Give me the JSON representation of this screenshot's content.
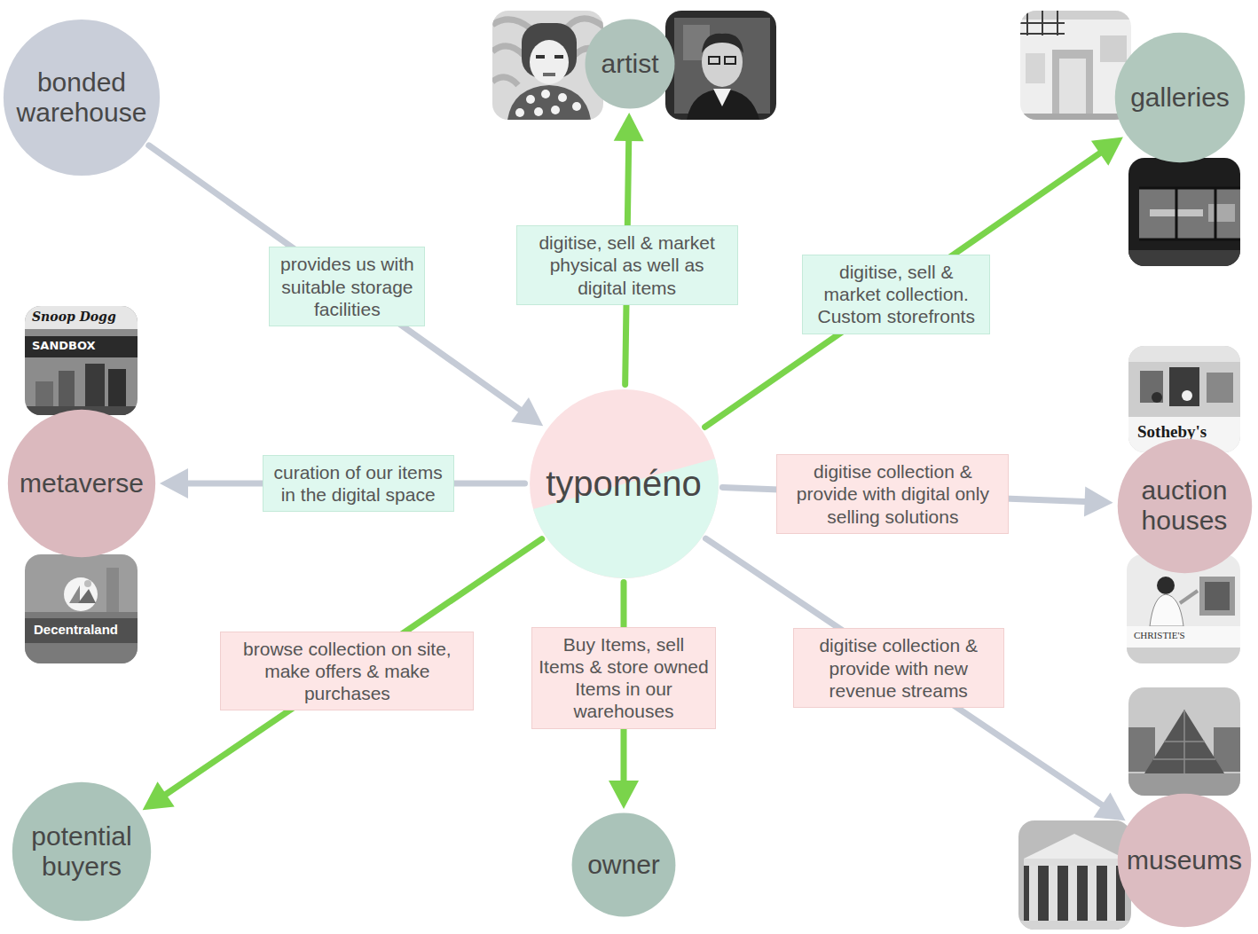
{
  "diagram": {
    "nodes": [
      {
        "text": [
          "bonded warehouse"
        ]
      },
      {
        "text": [
          "artist"
        ]
      },
      {
        "text": [
          "galleries"
        ]
      },
      {
        "text": [
          "metaverse"
        ]
      },
      {
        "text": [
          "typoméno"
        ]
      },
      {
        "text": [
          "auction houses"
        ]
      },
      {
        "text": [
          "potential buyers"
        ]
      },
      {
        "text": [
          "owner"
        ]
      },
      {
        "text": [
          "museums"
        ]
      }
    ],
    "edges": [
      {
        "from": 0,
        "to": 4,
        "arrow": "to",
        "label": "provides us with suitable storage facilities"
      },
      {
        "from": 4,
        "to": 1,
        "arrow": "to",
        "label": "digitise, sell & market physical as well as digital items"
      },
      {
        "from": 4,
        "to": 2,
        "arrow": "to",
        "label": "digitise, sell & market collection. Custom storefronts"
      },
      {
        "from": 4,
        "to": 3,
        "arrow": "to",
        "label": "curation of our items in the digital space"
      },
      {
        "from": 4,
        "to": 5,
        "arrow": "to",
        "label": "digitise collection & provide with digital only selling solutions"
      },
      {
        "from": 4,
        "to": 6,
        "arrow": "to",
        "label": "browse collection on site, make offers & make purchases"
      },
      {
        "from": 4,
        "to": 7,
        "arrow": "to",
        "label": "Buy Items, sell Items & store owned Items in our warehouses"
      },
      {
        "from": 4,
        "to": 8,
        "arrow": "to",
        "label": "digitise collection & provide with new revenue streams"
      }
    ],
    "labels": [
      "Snoop Dogg",
      "SANDBOX",
      "Decentraland",
      "Sotheby's",
      "CHRISTIE'S"
    ]
  }
}
